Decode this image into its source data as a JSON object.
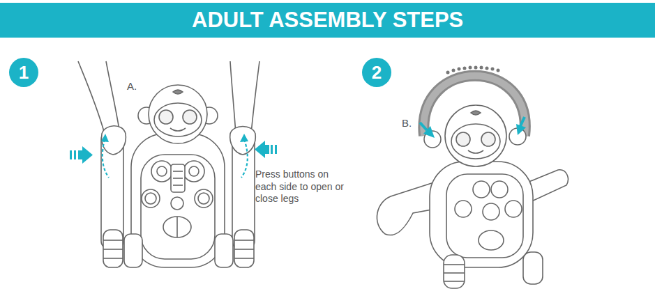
{
  "diagram": {
    "title": "ADULT ASSEMBLY STEPS",
    "nodes": [
      {
        "text": [
          "1"
        ]
      },
      {
        "text": [
          "2"
        ]
      }
    ],
    "labels": [
      "A.",
      "B.",
      "Press buttons on each side to open or close legs"
    ]
  }
}
